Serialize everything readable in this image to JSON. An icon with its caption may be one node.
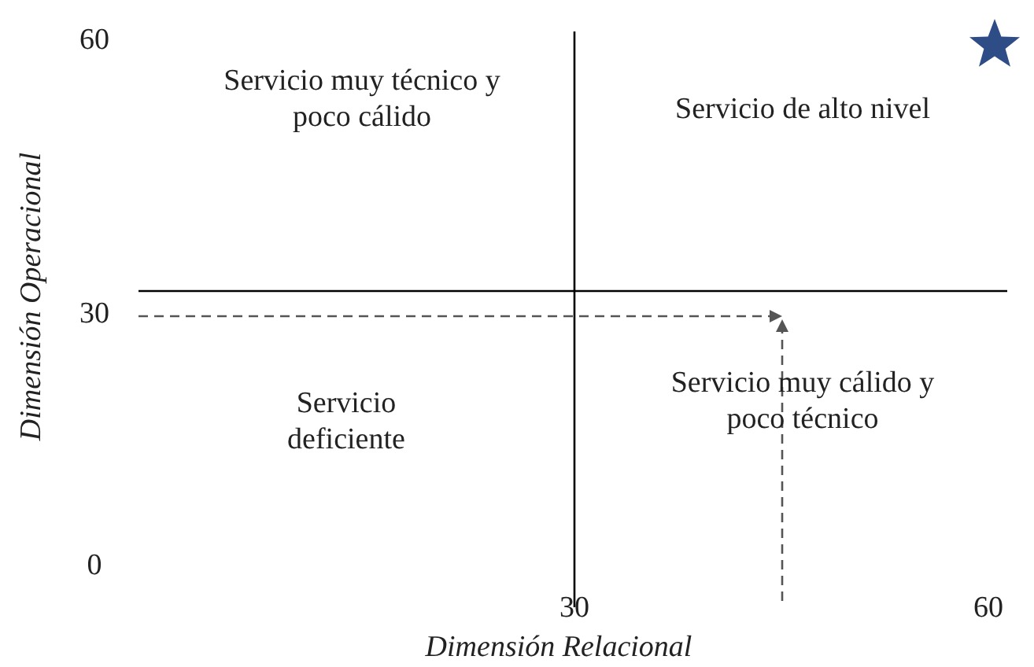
{
  "diagram": {
    "labels": [
      "60",
      "Servicio muy técnico y poco cálido",
      "Servicio de alto nivel",
      "30",
      "Servicio deficiente",
      "Servicio muy cálido y poco técnico",
      "0",
      "30",
      "60",
      "Dimensión Relacional",
      "Dimensión Operacional"
    ]
  }
}
